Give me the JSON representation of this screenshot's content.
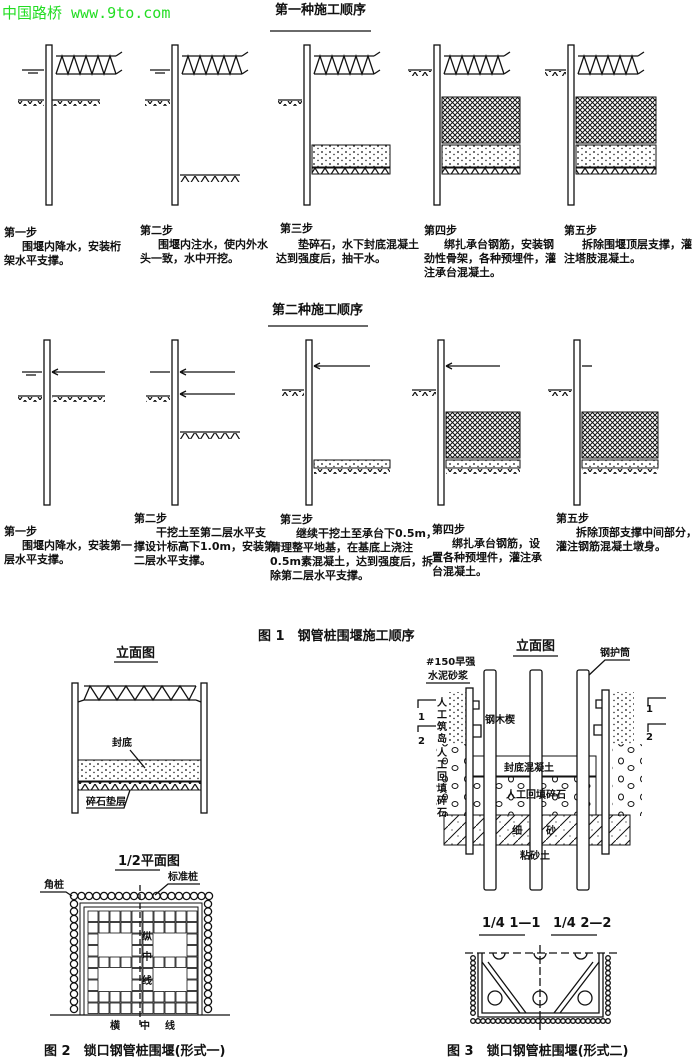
{
  "watermark": "中国路桥 www.9to.com",
  "figure1": {
    "sequence1": {
      "title": "第一种施工顺序",
      "steps": [
        {
          "label": "第一步",
          "lines": [
            "围堰内降水，安装桁",
            "架水平支撑。"
          ]
        },
        {
          "label": "第二步",
          "lines": [
            "围堰内注水，使内外水",
            "头一致，水中开挖。"
          ]
        },
        {
          "label": "第三步",
          "lines": [
            "垫碎石，水下封底混凝土",
            "达到强度后，抽干水。"
          ]
        },
        {
          "label": "第四步",
          "lines": [
            "绑扎承台钢筋，安装钢",
            "劲性骨架，各种预埋件，灌",
            "注承台混凝土。"
          ]
        },
        {
          "label": "第五步",
          "lines": [
            "拆除围堰顶层支撑，灌",
            "注塔肢混凝土。"
          ]
        }
      ]
    },
    "sequence2": {
      "title": "第二种施工顺序",
      "steps": [
        {
          "label": "第一步",
          "lines": [
            "围堰内降水，安装第一",
            "层水平支撑。"
          ]
        },
        {
          "label": "第二步",
          "lines": [
            "干挖土至第二层水平支",
            "撑设计标高下1.0m，安装第",
            "二层水平支撑。"
          ]
        },
        {
          "label": "第三步",
          "lines": [
            "继续干挖土至承台下0.5m，",
            "清理整平地基，在基底上浇注",
            "0.5m素混凝土，达到强度后，拆",
            "除第二层水平支撑。"
          ]
        },
        {
          "label": "第四步",
          "lines": [
            "绑扎承台钢筋，设",
            "置各种预埋件，灌注承",
            "台混凝土。"
          ]
        },
        {
          "label": "第五步",
          "lines": [
            "拆除顶部支撑中间部分，",
            "灌注钢筋混凝土墩身。"
          ]
        }
      ]
    },
    "caption": "图 1　钢管桩围堰施工顺序"
  },
  "figure2": {
    "elevation_title": "立面图",
    "label_seal": "封底",
    "label_gravel": "碎石垫层",
    "plan_title": "1/2平面图",
    "label_corner_pile": "角桩",
    "label_standard_pile": "标准桩",
    "longitudinal_axis": [
      "纵",
      "中",
      "线"
    ],
    "transverse_axis": [
      "横",
      "中",
      "线"
    ],
    "caption": "图 2　锁口钢管桩围堰(形式一)"
  },
  "figure3": {
    "elevation_title": "立面图",
    "label_mortar": [
      "#150早强",
      "水泥砂浆"
    ],
    "label_casing": "钢护筒",
    "label_wedge": "钢木楔",
    "label_island": [
      "人",
      "工",
      "筑",
      "岛"
    ],
    "label_backfill": [
      "人",
      "工",
      "回",
      "填",
      "碎",
      "石"
    ],
    "label_seal_concrete": "封底混凝土",
    "label_center_backfill": "人工回填碎石",
    "label_fine_sand": [
      "细",
      "砂"
    ],
    "label_clay": "粘砂土",
    "section_marks": [
      "1",
      "2",
      "1",
      "2"
    ],
    "section1": "1/4 1—1",
    "section2": "1/4 2—2",
    "caption": "图 3　锁口钢管桩围堰(形式二)"
  }
}
